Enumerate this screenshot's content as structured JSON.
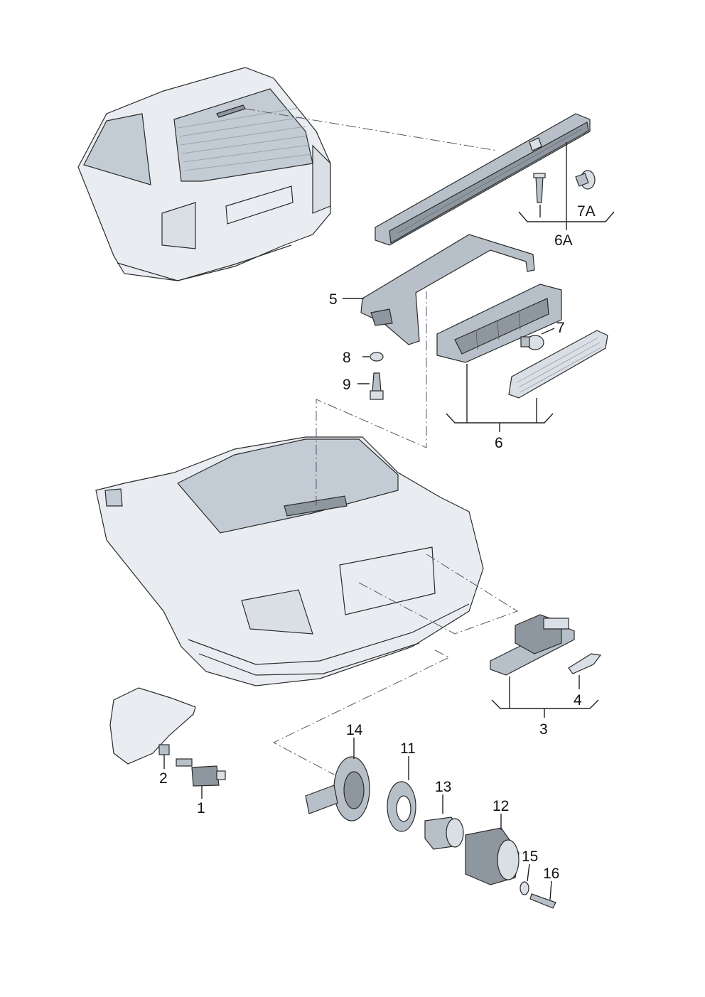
{
  "callouts": {
    "c1": "1",
    "c2": "2",
    "c3": "3",
    "c4": "4",
    "c5": "5",
    "c6": "6",
    "c6a": "6A",
    "c7": "7",
    "c7a": "7A",
    "c8": "8",
    "c9": "9",
    "c11": "11",
    "c12": "12",
    "c13": "13",
    "c14": "14",
    "c15": "15",
    "c16": "16"
  },
  "colors": {
    "line": "#222222",
    "car_body": "#e9edf1",
    "glass": "#c3ccd4",
    "part_dark": "#8e979f"
  }
}
